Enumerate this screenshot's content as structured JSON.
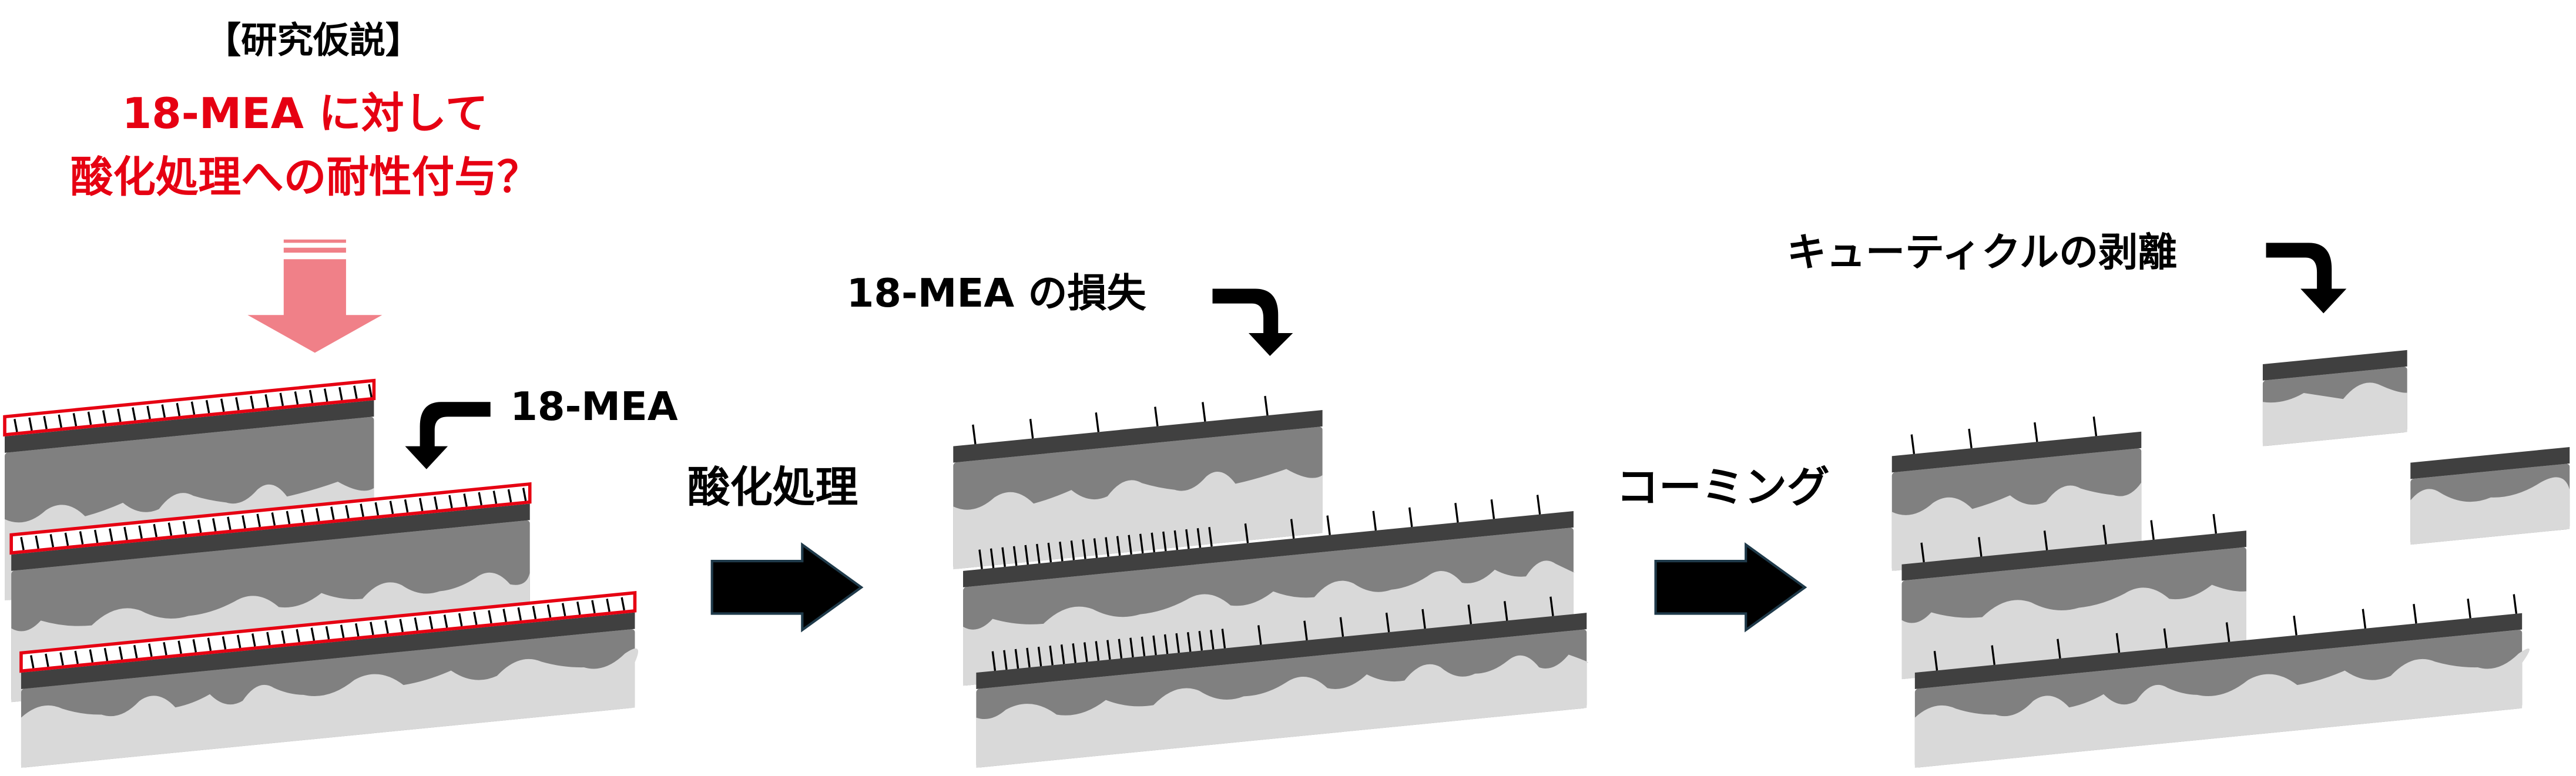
{
  "hypothesis": {
    "heading": "【研究仮説】",
    "line1": "18-MEA に対して",
    "line2": "酸化処理への耐性付与？"
  },
  "labels": {
    "mea": "18-MEA",
    "oxidation": "酸化処理",
    "mea_loss": "18-MEA の損失",
    "combing": "コーミング",
    "cuticle_peel": "キューティクルの剥離"
  },
  "colors": {
    "red": "#e60012",
    "pink_arrow": "#f08088",
    "dark_band": "#404040",
    "mid_gray": "#808080",
    "light_gray": "#d9d9d9"
  }
}
